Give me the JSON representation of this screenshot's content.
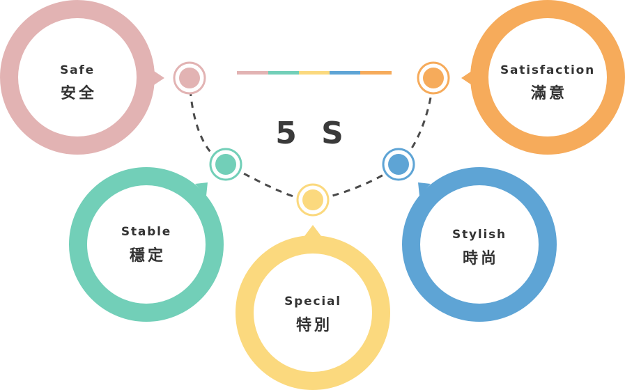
{
  "diagram": {
    "title": "5 S",
    "items": [
      {
        "en": "Safe",
        "zh": "安全",
        "color": "#e2b3b3"
      },
      {
        "en": "Stable",
        "zh": "穩定",
        "color": "#72cfb8"
      },
      {
        "en": "Special",
        "zh": "特別",
        "color": "#fbd97e"
      },
      {
        "en": "Stylish",
        "zh": "時尚",
        "color": "#5ea4d5"
      },
      {
        "en": "Satisfaction",
        "zh": "滿意",
        "color": "#f6ab5b"
      }
    ]
  }
}
